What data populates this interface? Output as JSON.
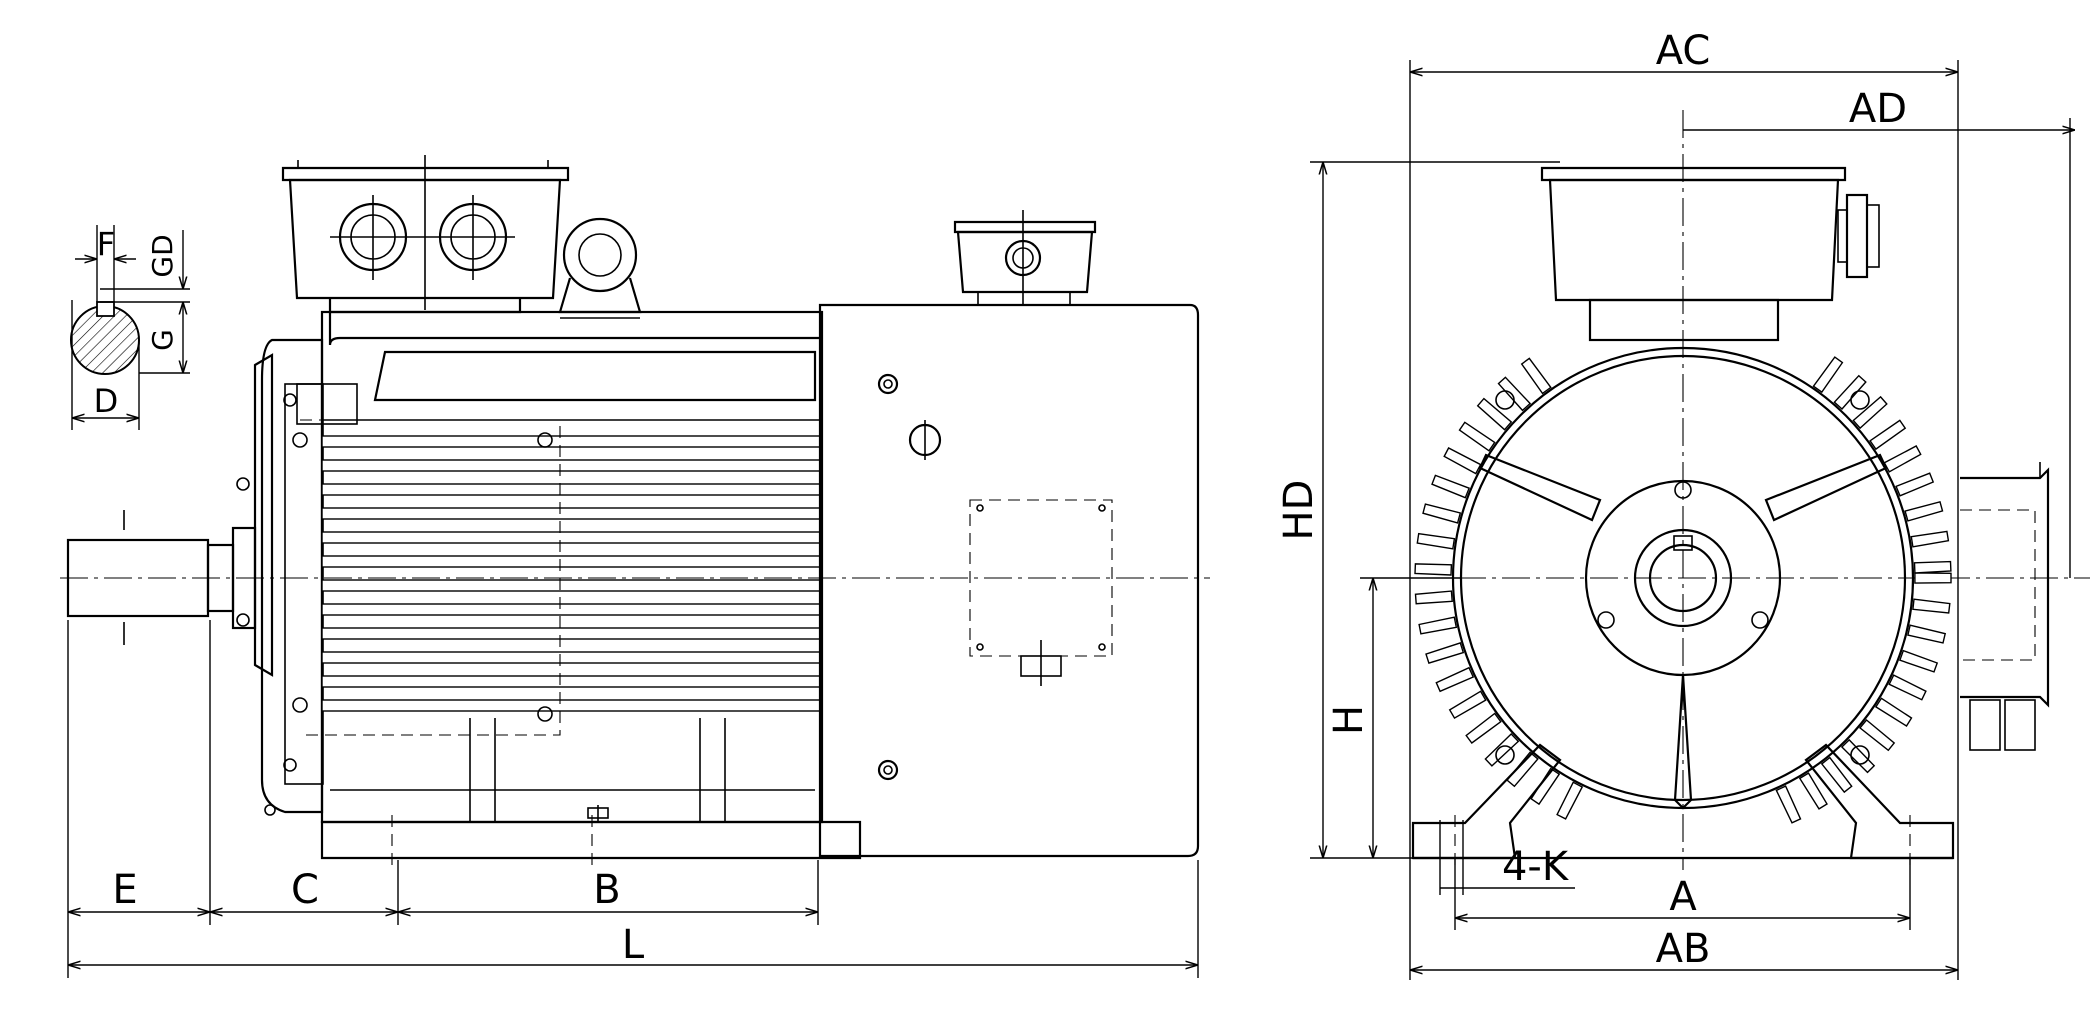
{
  "side_view": {
    "dimensions": {
      "E": "E",
      "C": "C",
      "B": "B",
      "L": "L"
    },
    "shaft_detail": {
      "F": "F",
      "GD": "GD",
      "G": "G",
      "D": "D"
    }
  },
  "front_view": {
    "dimensions": {
      "AC": "AC",
      "AD": "AD",
      "HD": "HD",
      "H": "H",
      "holes": "4-K",
      "A": "A",
      "AB": "AB"
    }
  }
}
